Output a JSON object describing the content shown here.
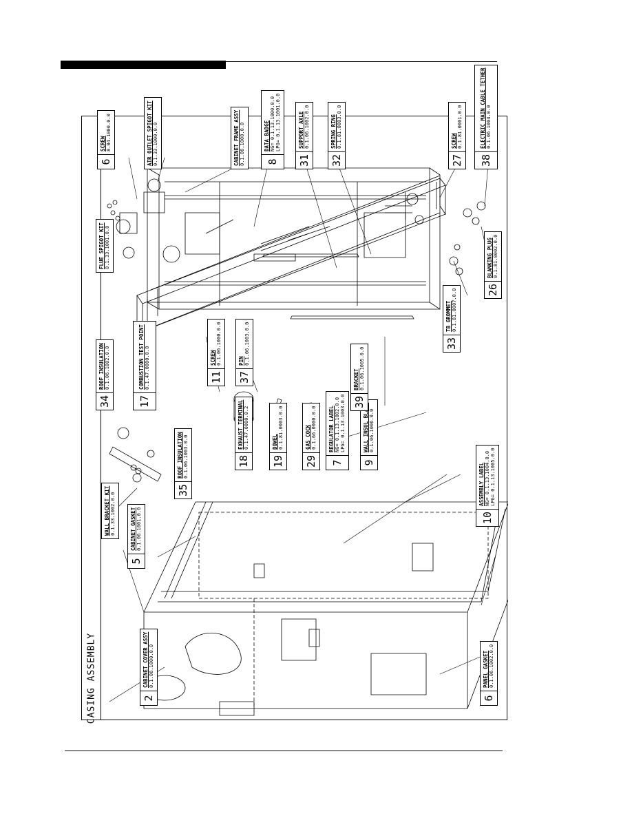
{
  "title": "CASING ASSEMBLY",
  "callouts": [
    {
      "id": "c6a",
      "num": "6",
      "name": "SCREW",
      "code": "8.04.1000.0.0"
    },
    {
      "id": "c-outlet",
      "num": "",
      "name": "AIR OUTLET SPIGOT KIT",
      "code": "0.1.33.1000.0.0"
    },
    {
      "id": "c-cab-frame",
      "num": "",
      "name": "CABINET FRAME ASSY",
      "code": "0.1.06.1000.0.0"
    },
    {
      "id": "c8",
      "num": "8",
      "name": "DATA BADGE",
      "code": "0.1.13.1000.0.0",
      "lines": [
        "NG= 0.1.13.1000.0.0",
        "LPG= 0.1.13.1001.0.0"
      ]
    },
    {
      "id": "c31",
      "num": "31",
      "name": "SUPPORT AXLE",
      "code": "0.1.06.1002.0.0"
    },
    {
      "id": "c32",
      "num": "32",
      "name": "SPRING RING",
      "code": "0.1.81.0003.0.0"
    },
    {
      "id": "c-flue",
      "num": "",
      "name": "FLUE SPIGOT KIT",
      "code": "0.1.33.1001.0.0"
    },
    {
      "id": "c27",
      "num": "27",
      "name": "SCREW",
      "code": "0.1.81.0001.0.0"
    },
    {
      "id": "c38",
      "num": "38",
      "name": "ELECTRIC MAIN CABLE TETHER",
      "code": "0.1.06.1004.0.0"
    },
    {
      "id": "c34",
      "num": "34",
      "name": "ROOF INSULATION",
      "code": "0.1.06.1002.0.0"
    },
    {
      "id": "c17",
      "num": "17",
      "name": "COMBUSTION TEST POINT",
      "code": "0.1.47.0000.0.0"
    },
    {
      "id": "c11",
      "num": "11",
      "name": "SCREW",
      "code": "0.1.06.1000.0.0"
    },
    {
      "id": "c37",
      "num": "37",
      "name": "PIN",
      "code": "0.1.06.1003.0.0"
    },
    {
      "id": "c33",
      "num": "33",
      "name": "TB GROMMET",
      "code": "0.1.81.0007.0.0"
    },
    {
      "id": "c26",
      "num": "26",
      "name": "BLANKING PLUG",
      "code": "0.1.81.0002.0.0"
    },
    {
      "id": "c18",
      "num": "18",
      "name": "EXHAUST TERMINAL",
      "code": "0.1.47.0000.0.2"
    },
    {
      "id": "c19",
      "num": "19",
      "name": "DOWEL",
      "code": "0.1.81.0003.0.0"
    },
    {
      "id": "c29",
      "num": "29",
      "name": "GAS COCK",
      "code": "0.1.66.0000.0.0"
    },
    {
      "id": "c7",
      "num": "7",
      "name": "REGULATOR LABEL",
      "code": "0.1.13.1002.0.0",
      "lines": [
        "NG= 0.1.13.1002.0.0",
        "LPG= 0.1.13.1003.0.0"
      ]
    },
    {
      "id": "c9",
      "num": "9",
      "name": "WALL INSUL BLANK",
      "code": "0.1.06.1006.0.0"
    },
    {
      "id": "c39",
      "num": "39",
      "name": "BRACKET",
      "code": "0.1.06.1005.0.0"
    },
    {
      "id": "c-wall",
      "num": "",
      "name": "WALL BRACKET KIT",
      "code": "0.1.33.1002.0.0"
    },
    {
      "id": "c35",
      "num": "35",
      "name": "ROOF INSULATION",
      "code": "0.1.06.1003.0.0"
    },
    {
      "id": "c5",
      "num": "5",
      "name": "CABINET GASKET",
      "code": "0.1.06.1001.0.0"
    },
    {
      "id": "c10",
      "num": "10",
      "name": "ASSEMBLY LABEL",
      "code": "0.1.13.1004.0.0",
      "lines": [
        "NG= 0.1.13.1004.0.0",
        "LPG= 0.1.13.1005.0.0"
      ]
    },
    {
      "id": "c2",
      "num": "2",
      "name": "CABINET COVER ASSY",
      "code": "0.1.06.1000.0.0"
    },
    {
      "id": "c6b",
      "num": "6",
      "name": "PANEL GASKET",
      "code": "0.1.06.1002.0.0"
    }
  ]
}
